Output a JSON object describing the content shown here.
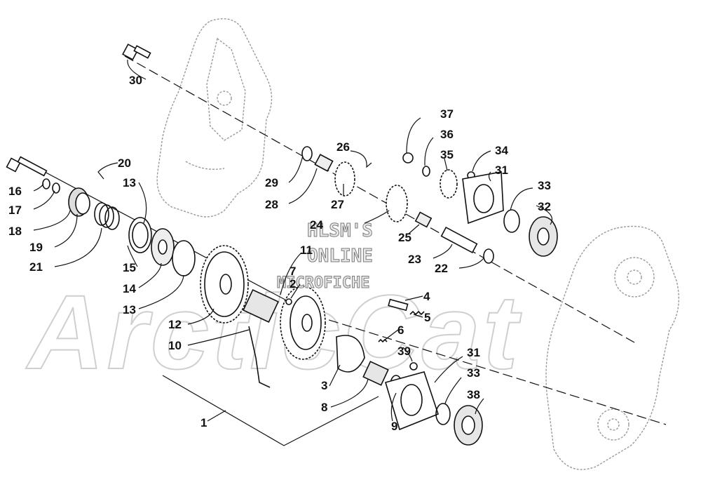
{
  "watermark": {
    "brand": "ArcticCat",
    "line1": "HLSM'S",
    "line2": "ONLINE",
    "line3": "MICROFICHE"
  },
  "callouts": [
    {
      "id": "1",
      "label": "1"
    },
    {
      "id": "2",
      "label": "2"
    },
    {
      "id": "3",
      "label": "3"
    },
    {
      "id": "4",
      "label": "4"
    },
    {
      "id": "5",
      "label": "5"
    },
    {
      "id": "6",
      "label": "6"
    },
    {
      "id": "7",
      "label": "7"
    },
    {
      "id": "8",
      "label": "8"
    },
    {
      "id": "9",
      "label": "9"
    },
    {
      "id": "10",
      "label": "10"
    },
    {
      "id": "11",
      "label": "11"
    },
    {
      "id": "12",
      "label": "12"
    },
    {
      "id": "13a",
      "label": "13"
    },
    {
      "id": "13b",
      "label": "13"
    },
    {
      "id": "14",
      "label": "14"
    },
    {
      "id": "15",
      "label": "15"
    },
    {
      "id": "16",
      "label": "16"
    },
    {
      "id": "17",
      "label": "17"
    },
    {
      "id": "18",
      "label": "18"
    },
    {
      "id": "19",
      "label": "19"
    },
    {
      "id": "20",
      "label": "20"
    },
    {
      "id": "21",
      "label": "21"
    },
    {
      "id": "22",
      "label": "22"
    },
    {
      "id": "23",
      "label": "23"
    },
    {
      "id": "24",
      "label": "24"
    },
    {
      "id": "25",
      "label": "25"
    },
    {
      "id": "26",
      "label": "26"
    },
    {
      "id": "27",
      "label": "27"
    },
    {
      "id": "28",
      "label": "28"
    },
    {
      "id": "29",
      "label": "29"
    },
    {
      "id": "30",
      "label": "30"
    },
    {
      "id": "31a",
      "label": "31"
    },
    {
      "id": "31b",
      "label": "31"
    },
    {
      "id": "32",
      "label": "32"
    },
    {
      "id": "33a",
      "label": "33"
    },
    {
      "id": "33b",
      "label": "33"
    },
    {
      "id": "34",
      "label": "34"
    },
    {
      "id": "35",
      "label": "35"
    },
    {
      "id": "36",
      "label": "36"
    },
    {
      "id": "37",
      "label": "37"
    },
    {
      "id": "38",
      "label": "38"
    },
    {
      "id": "39",
      "label": "39"
    }
  ]
}
